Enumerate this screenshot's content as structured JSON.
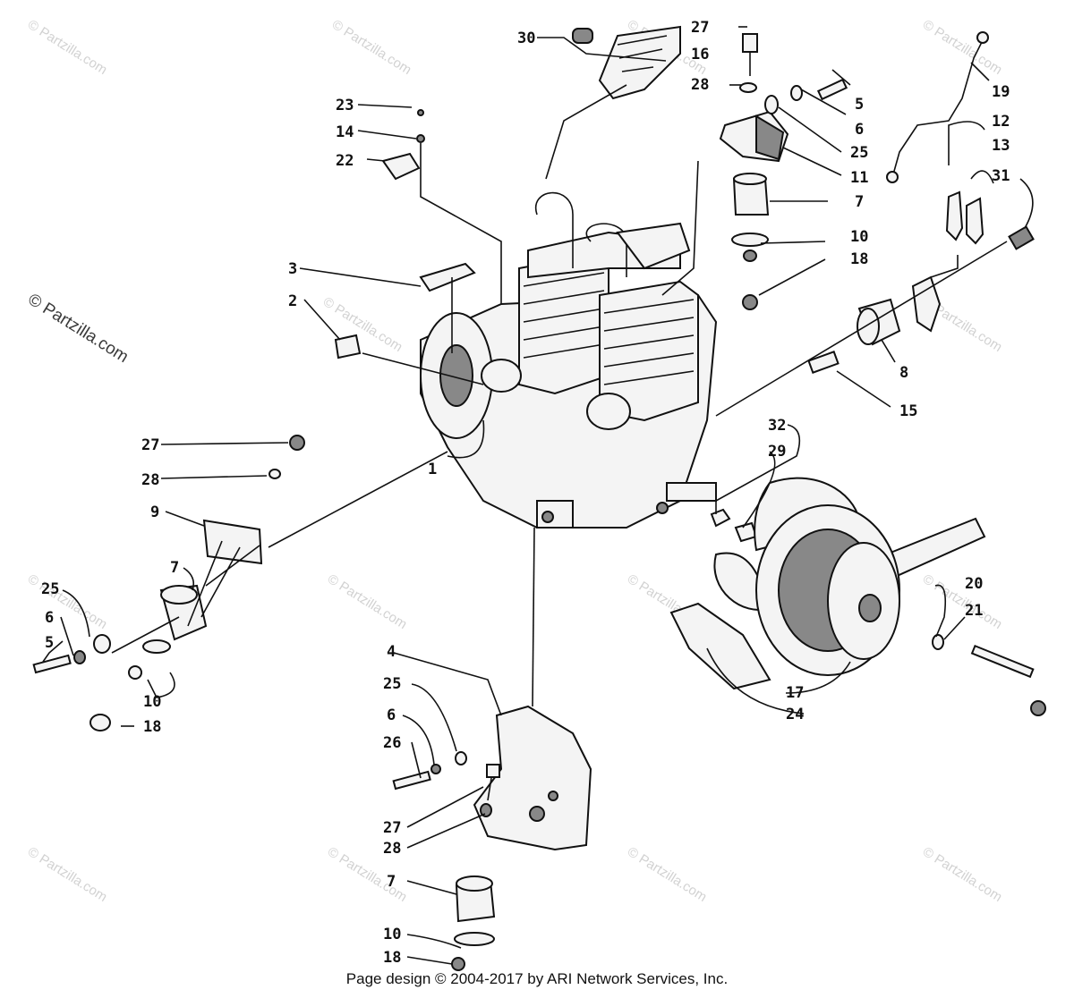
{
  "watermark": {
    "text": "© Partzilla.com",
    "side_text": "© Partzilla.com"
  },
  "footer": {
    "text": "Page design © 2004-2017 by ARI Network Services, Inc."
  },
  "callouts": {
    "c30": "30",
    "c16": "16",
    "c27a": "27",
    "c28a": "28",
    "c5a": "5",
    "c6a": "6",
    "c25a": "25",
    "c11": "11",
    "c7a": "7",
    "c10a": "10",
    "c18a": "18",
    "c19": "19",
    "c12": "12",
    "c13": "13",
    "c31": "31",
    "c8": "8",
    "c15": "15",
    "c23": "23",
    "c14": "14",
    "c22": "22",
    "c3": "3",
    "c2": "2",
    "c1": "1",
    "c27b": "27",
    "c28b": "28",
    "c9": "9",
    "c7b": "7",
    "c25b": "25",
    "c6b": "6",
    "c5b": "5",
    "c10b": "10",
    "c18b": "18",
    "c32": "32",
    "c29": "29",
    "c20": "20",
    "c21": "21",
    "c17": "17",
    "c24": "24",
    "c4": "4",
    "c25c": "25",
    "c6c": "6",
    "c26": "26",
    "c27c": "27",
    "c28c": "28",
    "c7c": "7",
    "c10c": "10",
    "c18c": "18"
  }
}
